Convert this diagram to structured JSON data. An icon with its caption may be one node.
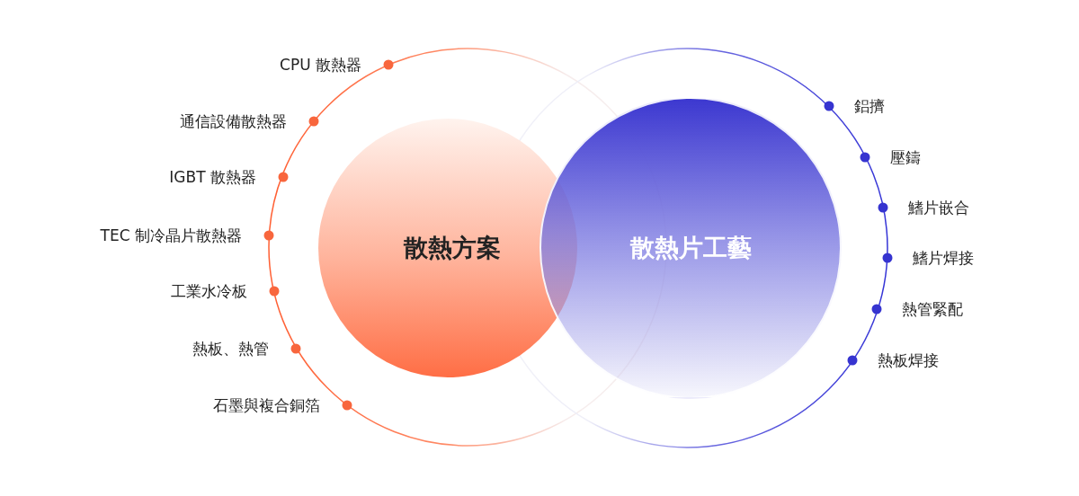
{
  "diagram": {
    "nodes": [
      {
        "text": [
          "散熱方案"
        ]
      },
      {
        "text": [
          "散熱片工藝"
        ]
      }
    ],
    "labels": [
      "CPU 散熱器",
      "通信設備散熱器",
      "IGBT 散熱器",
      "TEC 制冷晶片散熱器",
      "工業水冷板",
      "熱板、熱管",
      "石墨與複合銅箔",
      "鋁擠",
      "壓鑄",
      "鰭片嵌合",
      "鰭片焊接",
      "熱管緊配",
      "熱板焊接"
    ]
  }
}
